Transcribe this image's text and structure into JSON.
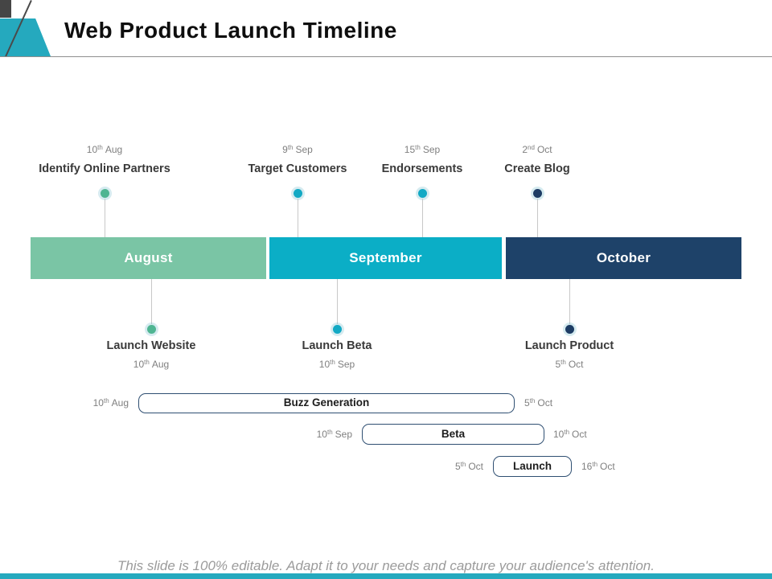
{
  "slide": {
    "title": "Web Product Launch Timeline",
    "footer": "This slide is 100% editable. Adapt it to your needs and capture your audience's attention."
  },
  "colors": {
    "accent_teal": "#25a9be",
    "corner_gray": "#454545",
    "august_green": "#7ac5a5",
    "september_teal": "#0baec6",
    "october_navy": "#1e4269",
    "dot_green": "#4fb592",
    "dot_teal": "#12a9c4",
    "dot_navy": "#1d3c64"
  },
  "months": [
    {
      "label": "August"
    },
    {
      "label": "September"
    },
    {
      "label": "October"
    }
  ],
  "milestones_above": [
    {
      "day": "10",
      "ordinal": "th",
      "month": "Aug",
      "label": "Identify Online Partners"
    },
    {
      "day": "9",
      "ordinal": "th",
      "month": "Sep",
      "label": "Target Customers"
    },
    {
      "day": "15",
      "ordinal": "th",
      "month": "Sep",
      "label": "Endorsements"
    },
    {
      "day": "2",
      "ordinal": "nd",
      "month": "Oct",
      "label": "Create Blog"
    }
  ],
  "milestones_below": [
    {
      "label": "Launch Website",
      "day": "10",
      "ordinal": "th",
      "month": "Aug"
    },
    {
      "label": "Launch Beta",
      "day": "10",
      "ordinal": "th",
      "month": "Sep"
    },
    {
      "label": "Launch Product",
      "day": "5",
      "ordinal": "th",
      "month": "Oct"
    }
  ],
  "gantt_bars": [
    {
      "label": "Buzz Generation",
      "start_day": "10",
      "start_ord": "th",
      "start_month": "Aug",
      "end_day": "5",
      "end_ord": "th",
      "end_month": "Oct"
    },
    {
      "label": "Beta",
      "start_day": "10",
      "start_ord": "th",
      "start_month": "Sep",
      "end_day": "10",
      "end_ord": "th",
      "end_month": "Oct"
    },
    {
      "label": "Launch",
      "start_day": "5",
      "start_ord": "th",
      "start_month": "Oct",
      "end_day": "16",
      "end_ord": "th",
      "end_month": "Oct"
    }
  ]
}
